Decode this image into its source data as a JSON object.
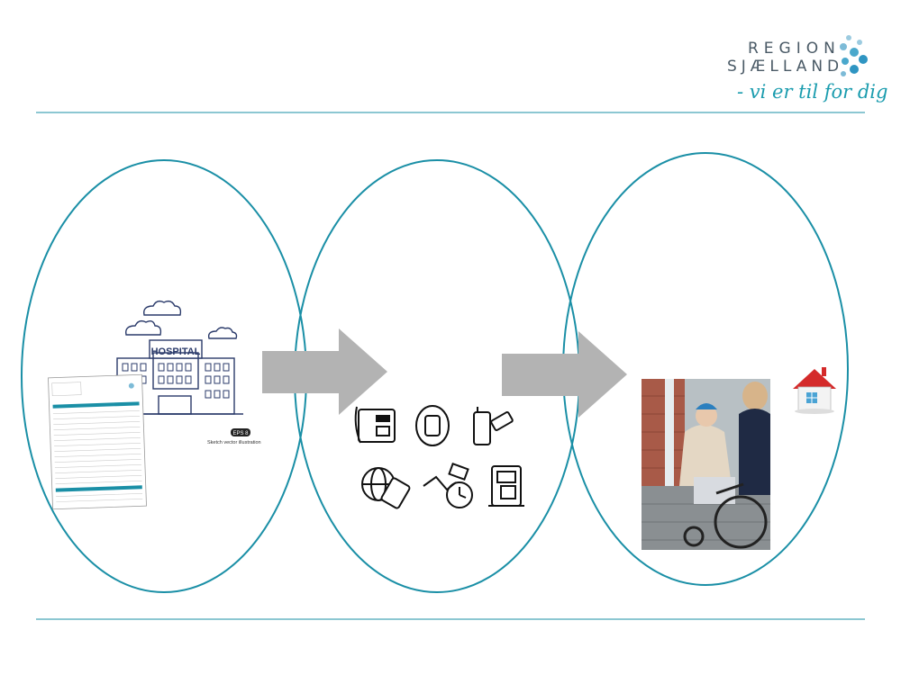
{
  "logo": {
    "line1": "REGION",
    "line2": "SJÆLLAND",
    "tagline": "- vi er til for dig"
  },
  "hospital": {
    "sign": "HOSPITAL",
    "badge": "EPS 8",
    "caption": "Sketch vector illustration"
  },
  "colors": {
    "accent": "#1a8fa6",
    "arrow": "#b3b3b3",
    "rule": "#1a8fa6"
  },
  "icons": [
    "fax-phone-icon",
    "wall-phone-icon",
    "mobile-usb-icon",
    "globe-mobile-icon",
    "satellite-clock-icon",
    "card-terminal-icon",
    "house-icon"
  ]
}
